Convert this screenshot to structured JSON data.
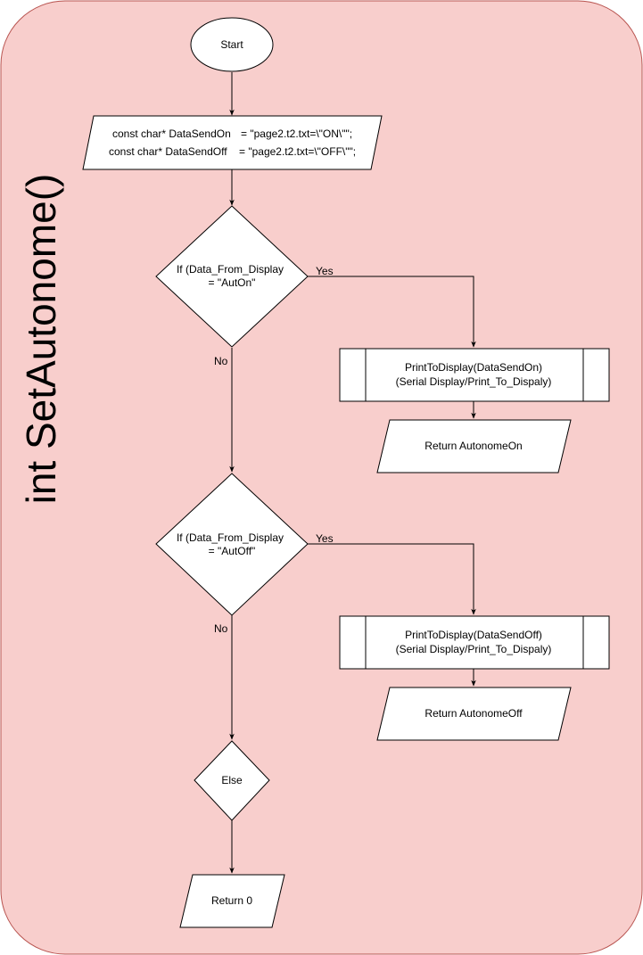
{
  "function_title": "int SetAutonome()",
  "start": "Start",
  "declarations": {
    "line1_type": "const char* DataSendOn",
    "line1_value": "= \"page2.t2.txt=\\\"ON\\\"\";",
    "line2_type": "const char* DataSendOff",
    "line2_value": "= \"page2.t2.txt=\\\"OFF\\\"\";"
  },
  "decision1": {
    "line1": "If (Data_From_Display",
    "line2": "= \"AutOn\"",
    "yes": "Yes",
    "no": "No"
  },
  "process1": {
    "line1": "PrintToDisplay(DataSendOn)",
    "line2": "(Serial Display/Print_To_Dispaly)"
  },
  "return1": "Return AutonomeOn",
  "decision2": {
    "line1": "If (Data_From_Display",
    "line2": "= \"AutOff\"",
    "yes": "Yes",
    "no": "No"
  },
  "process2": {
    "line1": "PrintToDisplay(DataSendOff)",
    "line2": "(Serial Display/Print_To_Dispaly)"
  },
  "return2": "Return AutonomeOff",
  "else": "Else",
  "return0": "Return 0",
  "colors": {
    "background": "#f8cecc",
    "border": "#b85450",
    "shape_fill": "#ffffff",
    "stroke": "#000000"
  }
}
